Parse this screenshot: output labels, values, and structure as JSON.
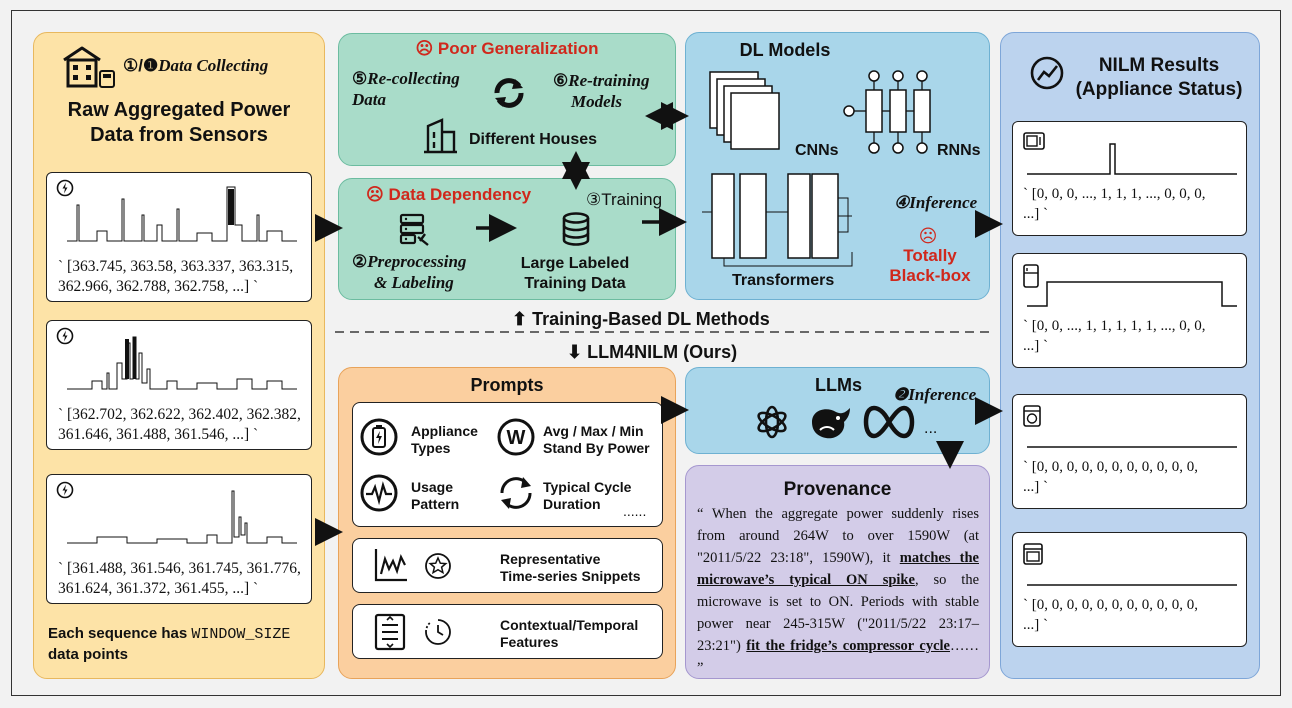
{
  "left": {
    "step": "①/❶",
    "step_label": "Data Collecting",
    "title_line1": "Raw Aggregated Power",
    "title_line2": "Data from Sensors",
    "seq1_line1": "` [363.745, 363.58, 363.337, 363.315,",
    "seq1_line2": "362.966, 362.788, 362.758, ...] `",
    "seq2_line1": "` [362.702, 362.622, 362.402, 362.382,",
    "seq2_line2": "361.646, 361.488, 361.546, ...] `",
    "seq3_line1": "` [361.488, 361.546, 361.745, 361.776,",
    "seq3_line2": "361.624, 361.372, 361.455, ...] `",
    "footer_pre": "Each sequence has ",
    "footer_code": "WINDOW_SIZE",
    "footer_post": "data points"
  },
  "top": {
    "poor_gen": "☹ Poor Generalization",
    "recollect_num": "⑤",
    "recollect_line1": "Re-collecting",
    "recollect_line2": "Data",
    "retrain_num": "⑥",
    "retrain_line1": "Re-training",
    "retrain_line2": "Models",
    "houses": "Different Houses",
    "data_dep": "☹ Data Dependency",
    "preproc_num": "②",
    "preproc_line1": "Preprocessing",
    "preproc_line2": "& Labeling",
    "training": "③Training",
    "large_line1": "Large Labeled",
    "large_line2": "Training Data"
  },
  "dl": {
    "title": "DL Models",
    "cnns": "CNNs",
    "rnns": "RNNs",
    "transformers": "Transformers",
    "inference": "④Inference",
    "sad": "☹",
    "blackbox_line1": "Totally",
    "blackbox_line2": "Black-box"
  },
  "divider": {
    "up": "⬆ Training-Based DL Methods",
    "down": "⬇ LLM4NILM (Ours)"
  },
  "prompts": {
    "title": "Prompts",
    "appliance_line1": "Appliance",
    "appliance_line2": "Types",
    "avg_line1": "Avg / Max / Min",
    "avg_line2": "Stand By Power",
    "usage_line1": "Usage",
    "usage_line2": "Pattern",
    "cycle_line1": "Typical Cycle",
    "cycle_line2": "Duration",
    "dots": "......",
    "snippet_line1": "Representative",
    "snippet_line2": "Time-series Snippets",
    "context_line1": "Contextual/Temporal",
    "context_line2": "Features"
  },
  "llm": {
    "title": "LLMs",
    "inference": "❷Inference",
    "ellipsis": "..."
  },
  "provenance": {
    "title": "Provenance",
    "t1": "“ When the aggregate power suddenly rises from around 264W to over 1590W (at \"2011/5/22 23:18\", 1590W), it ",
    "t2": "matches the microwave’s typical ON spike",
    "t3": ", so the microwave is set to ON. Periods with stable power near 245-315W (\"2011/5/22 23:17–23:21\") ",
    "t4": "fit the fridge’s compressor cycle",
    "t5": "…… ”"
  },
  "results": {
    "title_line1": "NILM Results",
    "title_line2": "(Appliance Status)",
    "r1_line1": "` [0, 0, 0, ..., 1, 1, 1, ..., 0, 0, 0,",
    "r1_line2": "...] `",
    "r2_line1": "` [0, 0, ..., 1, 1, 1, 1, 1, ..., 0, 0,",
    "r2_line2": "...] `",
    "r3_line1": "` [0, 0, 0, 0, 0, 0, 0, 0, 0, 0, 0,",
    "r3_line2": "...] `",
    "r4_line1": "` [0, 0, 0, 0, 0, 0, 0, 0, 0, 0, 0,",
    "r4_line2": "...] `"
  },
  "colors": {
    "yellow_panel": "#fde3a7",
    "green_panel": "#a9dcc9",
    "blue_panel": "#a9d6ea",
    "orange_panel": "#fbcf9f",
    "purple_panel": "#d3cce8",
    "results_panel": "#bcd3ee",
    "red": "#d0281c"
  }
}
